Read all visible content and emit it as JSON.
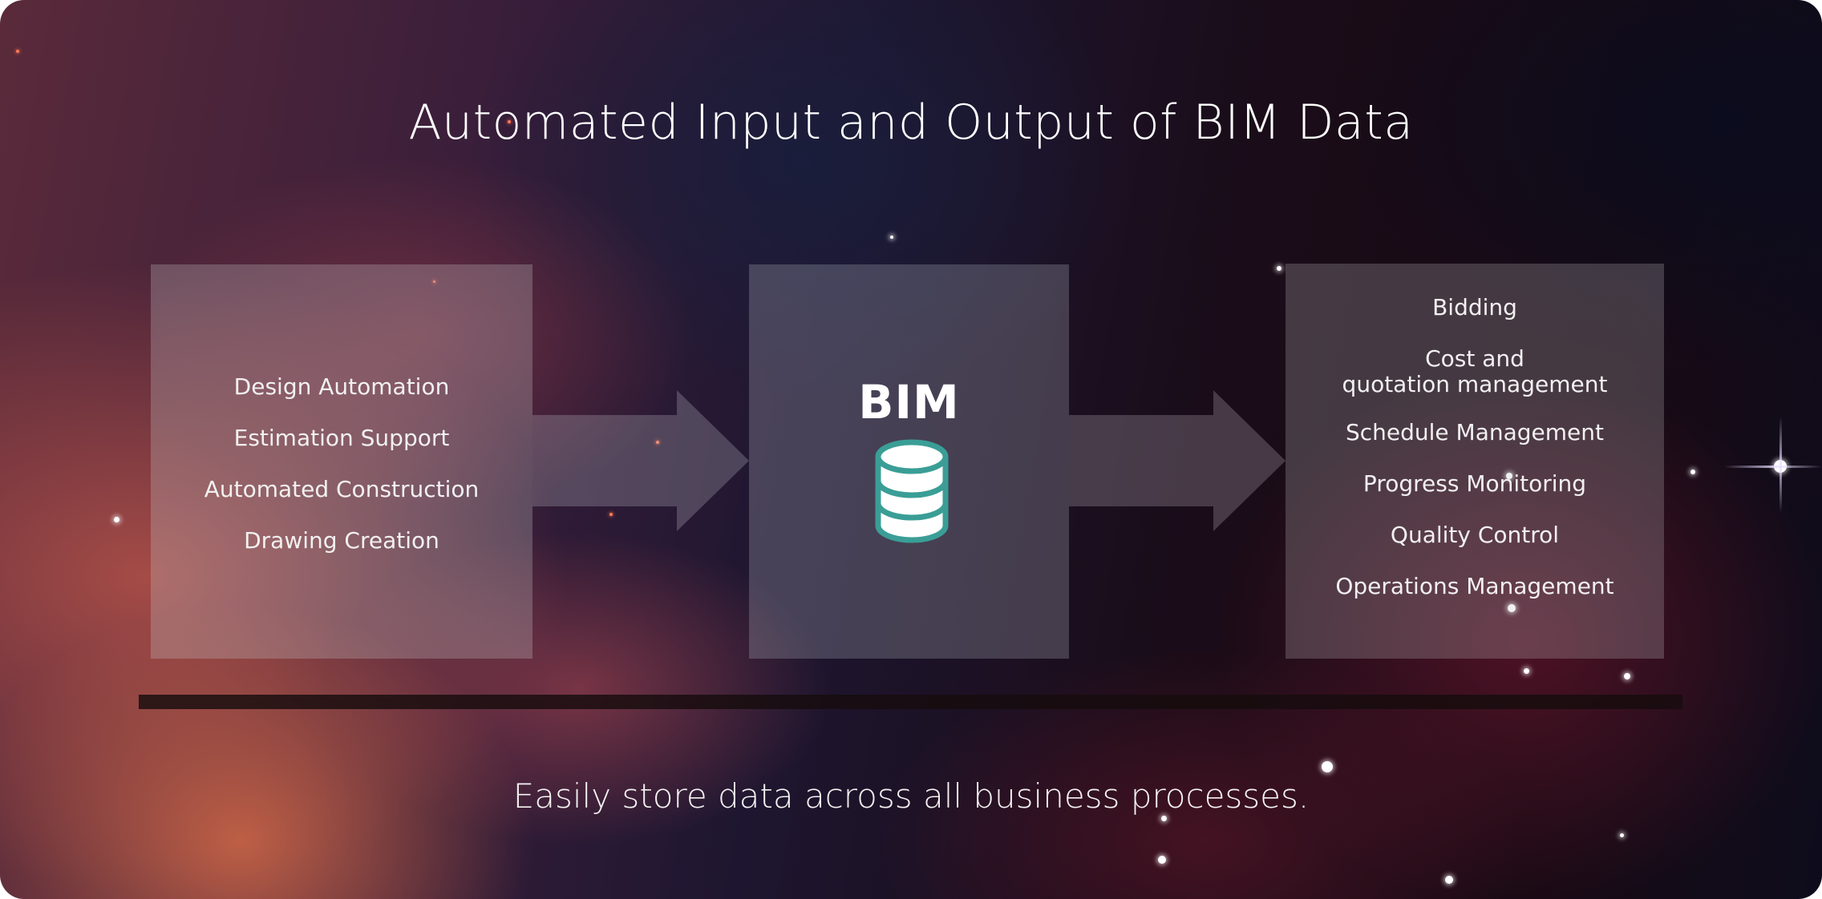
{
  "title": "Automated Input and Output of BIM Data",
  "input_panel": {
    "items": [
      "Design Automation",
      "Estimation Support",
      "Automated Construction",
      "Drawing Creation"
    ]
  },
  "center_panel": {
    "label": "BIM",
    "icon": "database-icon",
    "icon_colors": {
      "fill": "#ffffff",
      "stroke": "#3a9e96"
    }
  },
  "output_panel": {
    "items": [
      "Bidding",
      "Cost and",
      "quotation management",
      "Schedule Management",
      "Progress Monitoring",
      "Quality Control",
      "Operations Management"
    ]
  },
  "arrows": [
    {
      "from": "input_panel",
      "to": "center_panel"
    },
    {
      "from": "center_panel",
      "to": "output_panel"
    }
  ],
  "tagline": "Easily store data across all business processes."
}
